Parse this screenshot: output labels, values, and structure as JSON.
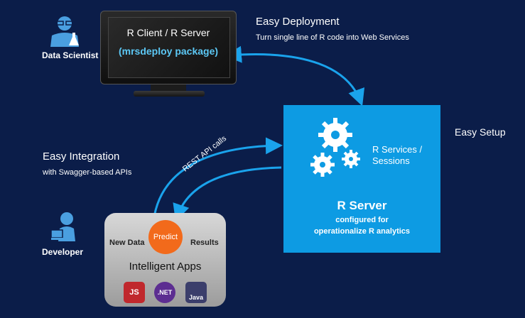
{
  "monitor": {
    "line1": "R Client / R Server",
    "line2": "(mrsdeploy package)"
  },
  "data_scientist": {
    "label": "Data Scientist",
    "icon": "data-scientist-icon"
  },
  "easy_deployment": {
    "title": "Easy Deployment",
    "subtitle": "Turn single line of R code into Web Services"
  },
  "easy_setup": {
    "title": "Easy Setup"
  },
  "easy_integration": {
    "title": "Easy Integration",
    "subtitle": "with Swagger-based APIs"
  },
  "rest_label": "REST API calls",
  "server": {
    "services_line1": "R Services /",
    "services_line2": "Sessions",
    "title": "R Server",
    "desc1": "configured for",
    "desc2": "operationalize R analytics"
  },
  "developer": {
    "label": "Developer",
    "icon": "developer-icon"
  },
  "apps": {
    "new_data": "New Data",
    "predict": "Predict",
    "results": "Results",
    "title": "Intelligent Apps",
    "icons": [
      {
        "name": "js-icon",
        "text": "JS",
        "color": "#c0282d"
      },
      {
        "name": "dotnet-icon",
        "text": ".NET",
        "color": "#5c2d91"
      },
      {
        "name": "java-icon",
        "text": "Java",
        "color": "#3b3e6b"
      }
    ]
  },
  "colors": {
    "background": "#0b1d49",
    "server_box": "#0d9be3",
    "arrow": "#1aa3ec",
    "monitor_subtitle": "#5cc8f5",
    "predict": "#f26a1b",
    "person": "#4a9fe0"
  }
}
